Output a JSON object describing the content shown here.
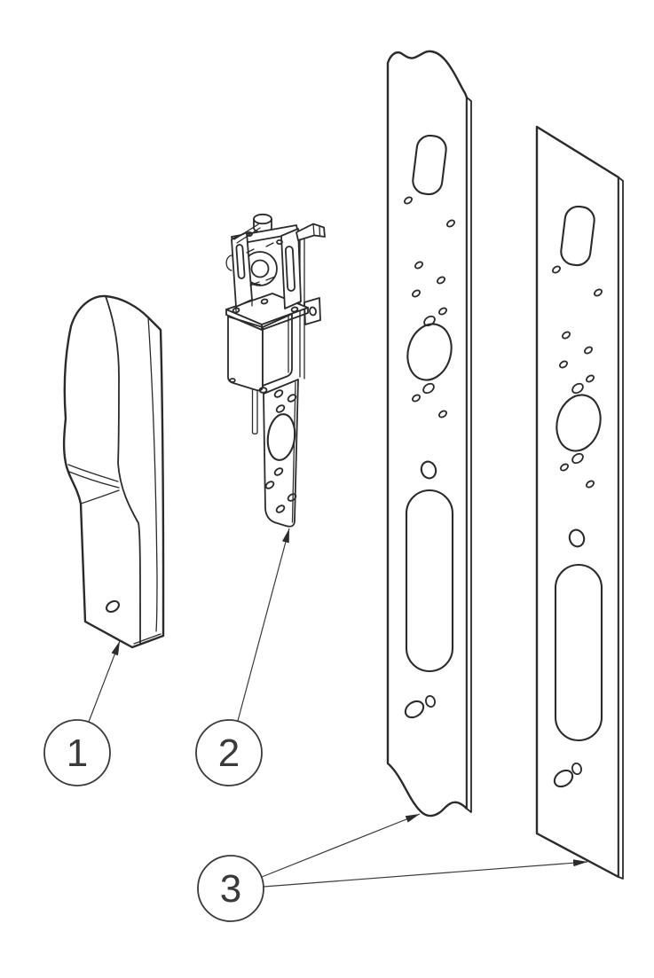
{
  "figure": {
    "type": "exploded-parts-drawing",
    "background_color": "#ffffff",
    "line_color": "#2b2b2b",
    "callouts": [
      {
        "label": "1"
      },
      {
        "label": "2"
      },
      {
        "label": "3"
      }
    ]
  }
}
